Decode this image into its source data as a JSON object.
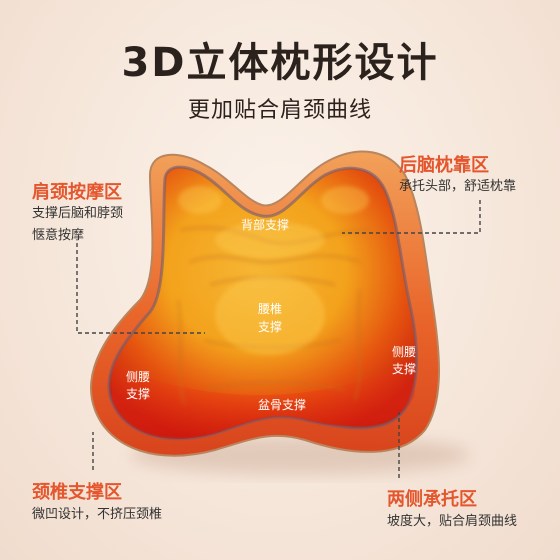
{
  "header": {
    "title": "3D立体枕形设计",
    "subtitle": "更加贴合肩颈曲线"
  },
  "callouts": {
    "shoulder_neck": {
      "title": "肩颈按摩区",
      "lines": [
        "支撑后脑和脖颈",
        "惬意按摩"
      ]
    },
    "back_head": {
      "title": "后脑枕靠区",
      "line": "承托头部，舒适枕靠"
    },
    "cervical": {
      "title": "颈椎支撑区",
      "line": "微凹设计，不挤压颈椎"
    },
    "both_sides": {
      "title": "两侧承托区",
      "line": "坡度大，贴合肩颈曲线"
    }
  },
  "pillow_labels": {
    "back": "背部支撑",
    "lumbar_1": "腰椎",
    "lumbar_2": "支撑",
    "side_left_1": "侧腰",
    "side_left_2": "支撑",
    "side_right_1": "侧腰",
    "side_right_2": "支撑",
    "pelvis": "盆骨支撑"
  },
  "colors": {
    "accent": "#e4572e",
    "text_dark": "#2b211d",
    "leader_line": "#444444"
  }
}
